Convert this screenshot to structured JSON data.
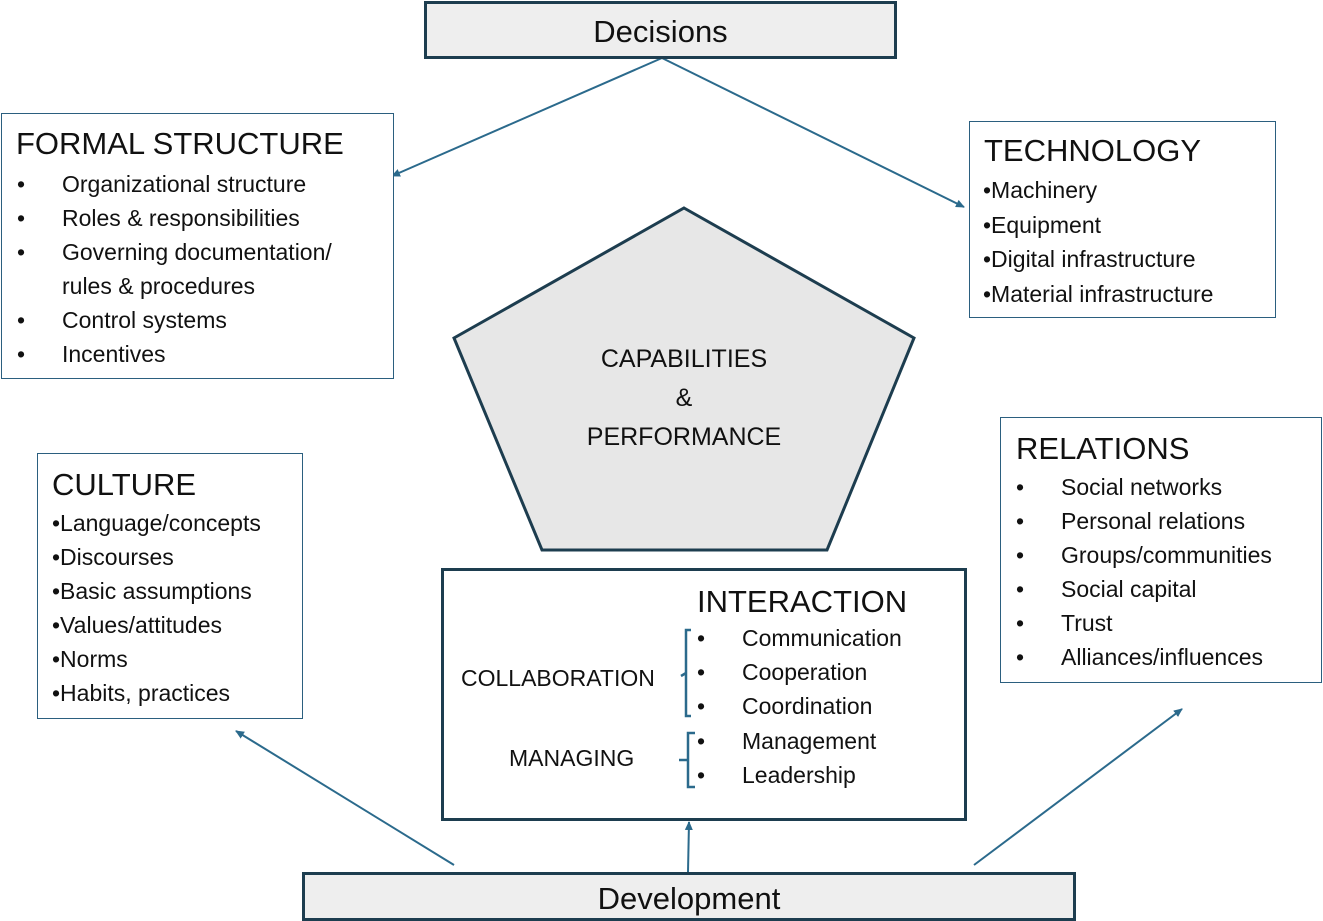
{
  "decisions": "Decisions",
  "development": "Development",
  "formal_structure": {
    "title": "FORMAL STRUCTURE",
    "items": [
      "Organizational structure",
      "Roles & responsibilities",
      "Governing documentation/",
      "rules & procedures",
      "Control systems",
      "Incentives"
    ]
  },
  "technology": {
    "title": "TECHNOLOGY",
    "items": [
      "•Machinery",
      "•Equipment",
      "•Digital infrastructure",
      "•Material infrastructure"
    ]
  },
  "culture": {
    "title": "CULTURE",
    "items": [
      "•Language/concepts",
      "•Discourses",
      "•Basic assumptions",
      "•Values/attitudes",
      "•Norms",
      "•Habits, practices"
    ]
  },
  "relations": {
    "title": "RELATIONS",
    "items": [
      "Social networks",
      "Personal relations",
      "Groups/communities",
      "Social capital",
      "Trust",
      "Alliances/influences"
    ]
  },
  "capabilities": {
    "line1": "CAPABILITIES",
    "line2": "&",
    "line3": "PERFORMANCE"
  },
  "interaction": {
    "title": "INTERACTION",
    "collaboration_label": "COLLABORATION",
    "managing_label": "MANAGING",
    "collaboration_items": [
      "Communication",
      "Cooperation",
      "Coordination"
    ],
    "managing_items": [
      "Management",
      "Leadership"
    ]
  },
  "colors": {
    "arrow": "#2b6a8c",
    "dark_border": "#1d3d4f",
    "fill": "#eeeeee"
  }
}
